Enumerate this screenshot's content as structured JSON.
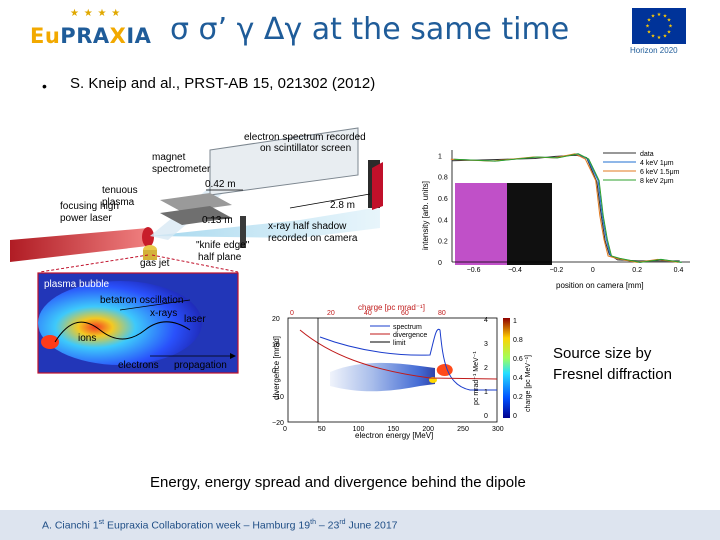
{
  "header": {
    "logo_text_eu": "Eu",
    "logo_text_prax": "PRA",
    "logo_text_x": "X",
    "logo_text_ia": "IA",
    "title": "σ σ’ γ Δγ at the same time",
    "funder_label": "Horizon 2020"
  },
  "body": {
    "bullet": "•",
    "reference": "S. Kneip and al., PRST-AB 15, 021302 (2012)",
    "caption_right_1": "Source size by",
    "caption_right_2": "Fresnel diffraction",
    "caption_bottom": "Energy, energy spread and divergence behind the dipole"
  },
  "setup_figure": {
    "labels": {
      "spectrum": "electron spectrum recorded",
      "spectrum2": "on scintillator screen",
      "magnet": "magnet",
      "spectrometer": "spectrometer",
      "tenuous": "tenuous",
      "plasma": "plasma",
      "focusing": "focusing high",
      "power_laser": "power laser",
      "d1": "0.42 m",
      "d2": "0.13 m",
      "d3": "2.8 m",
      "xray1": "x-ray half shadow",
      "xray2": "recorded on camera",
      "knife1": "\"knife edge\"",
      "knife2": "half plane",
      "gasjet": "gas jet",
      "bubble": "plasma bubble",
      "betatron": "betatron oscillation",
      "xrays": "x-rays",
      "laser": "laser",
      "ions": "ions",
      "electrons": "electrons",
      "propagation": "propagation"
    }
  },
  "chart_data": [
    {
      "type": "line",
      "title": "",
      "xlabel": "position on camera [mm]",
      "ylabel": "intensity [arb. units]",
      "xlim": [
        -0.7,
        0.45
      ],
      "ylim": [
        0,
        1.05
      ],
      "x_ticks": [
        "−0.6",
        "−0.4",
        "−0.2",
        "0",
        "0.2",
        "0.4"
      ],
      "y_ticks": [
        "0",
        "0.2",
        "0.4",
        "0.6",
        "0.8",
        "1"
      ],
      "legend": [
        "data",
        "4 keV 1μm",
        "6 keV 1.5μm",
        "8 keV 2μm"
      ],
      "legend_position": "top-right",
      "series": [
        {
          "name": "data",
          "x": [
            -0.7,
            -0.5,
            -0.3,
            -0.2,
            -0.1,
            -0.05,
            0.0,
            0.02,
            0.04,
            0.06,
            0.1,
            0.2,
            0.3,
            0.4
          ],
          "values": [
            0.95,
            0.96,
            0.97,
            0.99,
            1.0,
            0.98,
            0.75,
            0.45,
            0.2,
            0.07,
            0.02,
            0.01,
            0.01,
            0.01
          ]
        }
      ]
    },
    {
      "type": "heatmap",
      "title": "",
      "xlabel": "electron energy [MeV]",
      "ylabel": "divergence [mrad]",
      "top_xlabel": "charge [pc mrad⁻¹]",
      "xlim": [
        0,
        300
      ],
      "ylim": [
        -20,
        20
      ],
      "x_ticks": [
        "0",
        "50",
        "100",
        "150",
        "200",
        "250",
        "300"
      ],
      "y_ticks": [
        "−20",
        "−10",
        "0",
        "10",
        "20"
      ],
      "top_ticks": [
        "0",
        "20",
        "40",
        "60",
        "80"
      ],
      "right_ticks_1": [
        "0",
        "1",
        "2",
        "3",
        "4"
      ],
      "right_ticks_2": [
        "0",
        "0.2",
        "0.4",
        "0.6",
        "0.8",
        "1"
      ],
      "right_label_1": "pc mrad⁻¹ MeV⁻¹",
      "right_label_2": "charge [pc MeV⁻¹]",
      "legend": [
        "spectrum",
        "divergence",
        "limit"
      ],
      "legend_position": "top-right",
      "peak": {
        "energy_mev": 225,
        "divergence_mrad": 0
      }
    }
  ],
  "footer": {
    "text_a": "A. Cianchi 1",
    "sup1": "st",
    "text_b": " Eupraxia Collaboration week – Hamburg 19",
    "sup2": "th",
    "text_c": " – 23",
    "sup3": "rd",
    "text_d": " June 2017"
  },
  "colors": {
    "brand_blue": "#1f5c99",
    "brand_gold": "#f2a900",
    "eu_blue": "#003399",
    "footer_bg": "#dde4ef"
  }
}
